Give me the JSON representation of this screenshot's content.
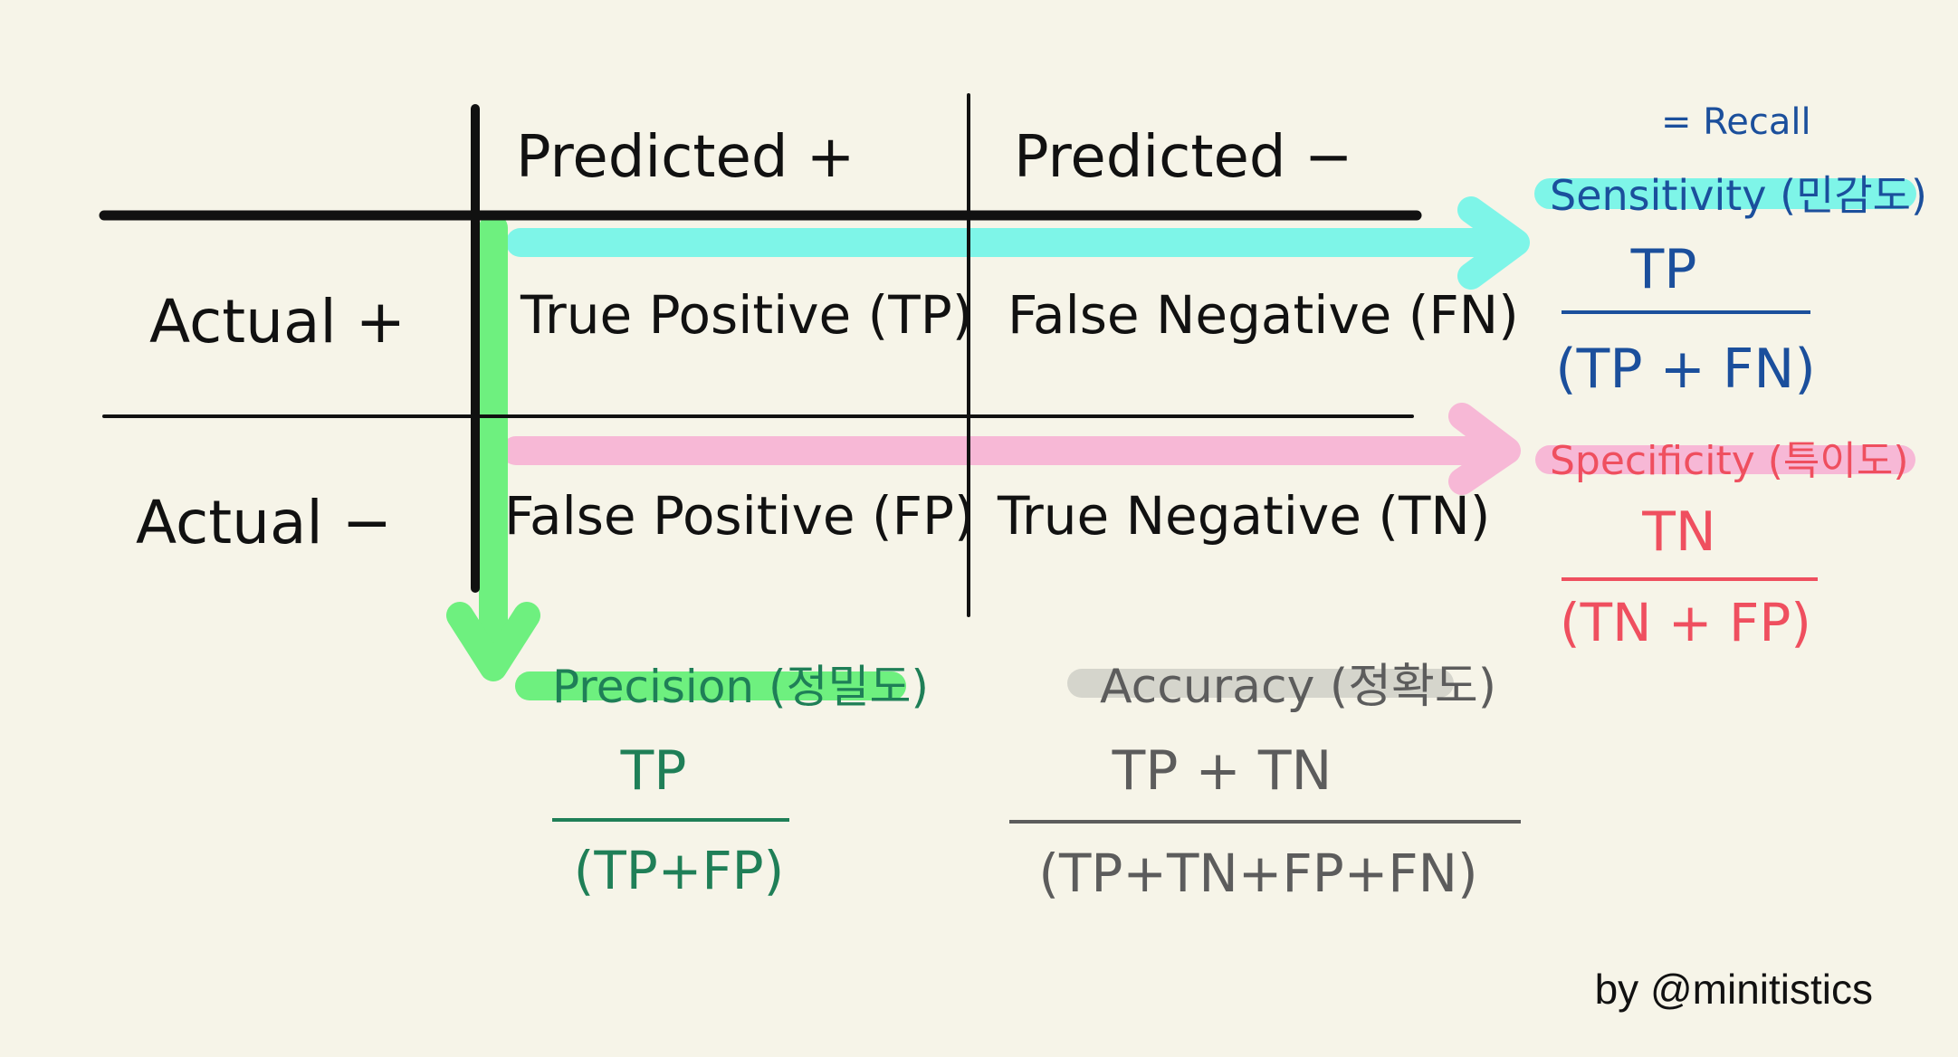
{
  "headers": {
    "predicted_pos": "Predicted  +",
    "predicted_neg": "Predicted  −",
    "actual_pos": "Actual  +",
    "actual_neg": "Actual  −"
  },
  "cells": {
    "tp": "True Positive (TP)",
    "fn": "False Negative (FN)",
    "fp": "False Positive (FP)",
    "tn": "True Negative (TN)"
  },
  "metrics": {
    "recall_alias": "= Recall",
    "sensitivity": {
      "label": "Sensitivity (민감도)",
      "numerator": "TP",
      "denominator": "(TP + FN)"
    },
    "specificity": {
      "label": "Specificity (특이도)",
      "numerator": "TN",
      "denominator": "(TN + FP)"
    },
    "precision": {
      "label": "Precision (정밀도)",
      "numerator": "TP",
      "denominator": "(TP+FP)"
    },
    "accuracy": {
      "label": "Accuracy (정확도)",
      "numerator": "TP + TN",
      "denominator": "(TP+TN+FP+FN)"
    }
  },
  "credit": "by @minitistics",
  "colors": {
    "background": "#f6f4e8",
    "ink": "#111111",
    "cyan_arrow": "#7ef5e8",
    "pink_arrow": "#f7b8d6",
    "green_arrow": "#6ef07f",
    "sensitivity_text": "#1b4f9c",
    "specificity_text": "#ef4f5f",
    "precision_text": "#1f7f57",
    "accuracy_text": "#5c5c5c",
    "accuracy_highlight": "#d5d5cc"
  }
}
